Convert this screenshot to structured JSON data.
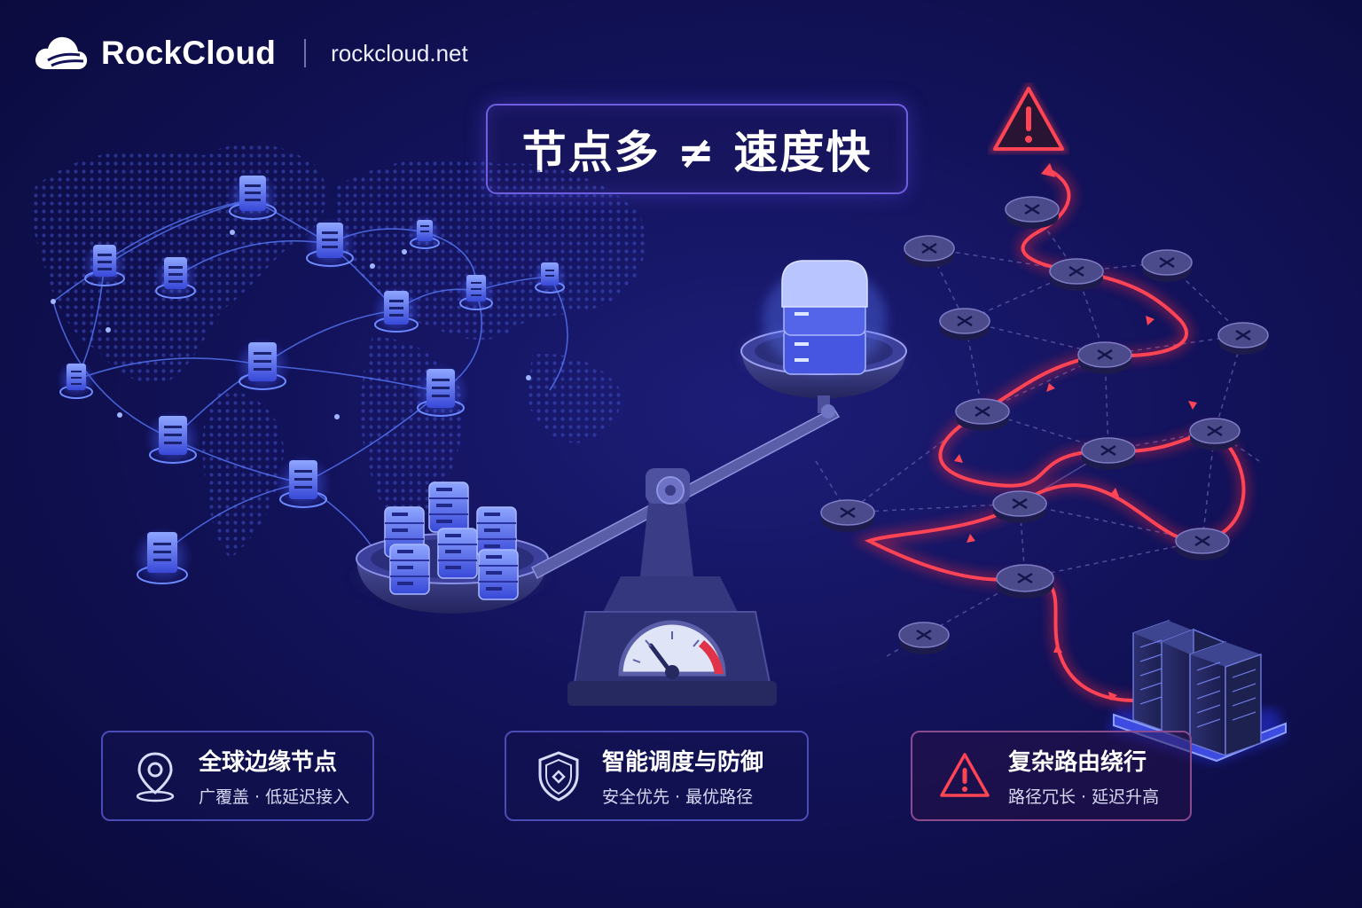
{
  "header": {
    "brand": "RockCloud",
    "domain": "rockcloud.net",
    "logo_icon": "cloud-icon"
  },
  "title": "节点多 ≠ 速度快",
  "cards": [
    {
      "icon": "location-pin-icon",
      "title": "全球边缘节点",
      "subtitle": "广覆盖 · 低延迟接入"
    },
    {
      "icon": "shield-icon",
      "title": "智能调度与防御",
      "subtitle": "安全优先 · 最优路径"
    },
    {
      "icon": "warning-icon",
      "title": "复杂路由绕行",
      "subtitle": "路径冗长 · 延迟升高"
    }
  ],
  "colors": {
    "background": "#12125a",
    "accent_blue": "#4f6bff",
    "accent_purple": "#6f5fe0",
    "warning_red": "#ff3b4a"
  }
}
